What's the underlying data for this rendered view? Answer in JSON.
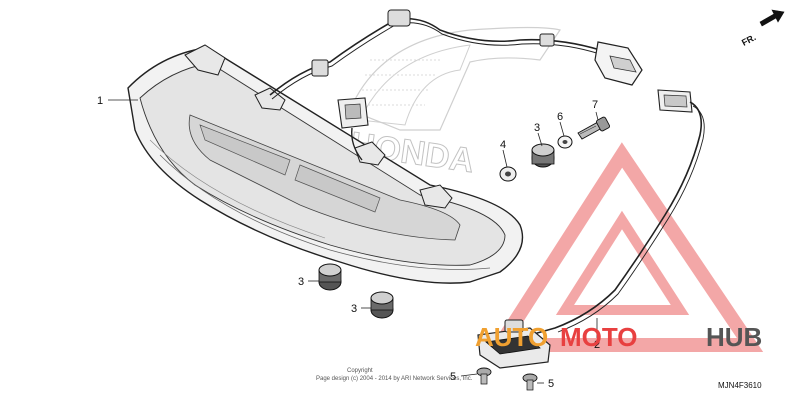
{
  "direction_label": "FR.",
  "honda_watermark": "HONDA",
  "copyright": {
    "line1": "Copyright",
    "line2": "Page design (c) 2004 - 2014 by ARI Network Services, Inc."
  },
  "diagram_code": "MJN4F3610",
  "brand": {
    "part1": "AUTO",
    "part2": "MOTO",
    "part3": "HUB",
    "colors": {
      "auto": "#f0a030",
      "moto": "#e84040",
      "hub": "#555555",
      "logo_triangle": "#f08a8a"
    }
  },
  "callouts": [
    {
      "id": "1",
      "label": "1"
    },
    {
      "id": "2",
      "label": "2"
    },
    {
      "id": "3a",
      "label": "3"
    },
    {
      "id": "3b",
      "label": "3"
    },
    {
      "id": "3c",
      "label": "3"
    },
    {
      "id": "4",
      "label": "4"
    },
    {
      "id": "5a",
      "label": "5"
    },
    {
      "id": "5b",
      "label": "5"
    },
    {
      "id": "6",
      "label": "6"
    },
    {
      "id": "7",
      "label": "7"
    }
  ]
}
